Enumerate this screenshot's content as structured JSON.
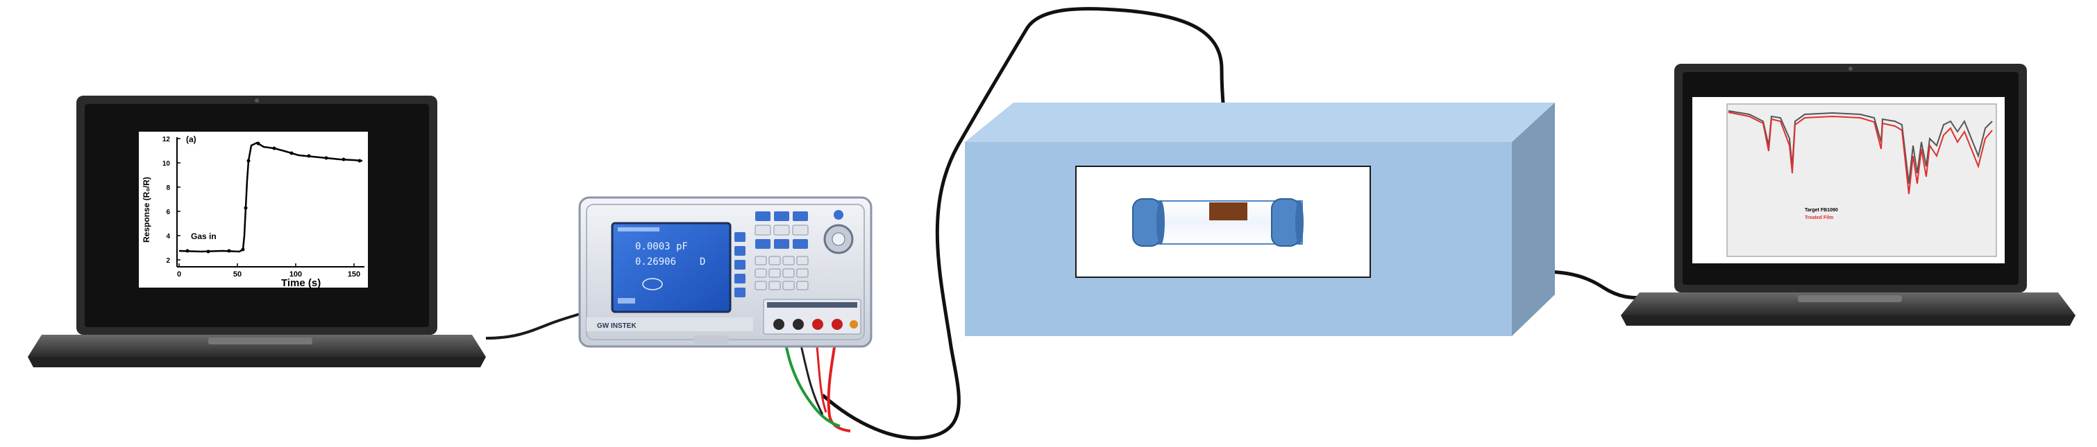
{
  "left_laptop": {
    "screen_chart": {
      "panel_label": "(a)",
      "ylabel": "Response (R₀/R)",
      "xlabel": "Time (s)",
      "annotation": "Gas in",
      "y_ticks": [
        "2",
        "4",
        "6",
        "8",
        "10",
        "12"
      ],
      "x_ticks": [
        "0",
        "50",
        "100",
        "150"
      ]
    }
  },
  "lcr_meter": {
    "reading_capacitance": "0.0003 pF",
    "reading_d": "0.26906",
    "reading_d_unit": "D",
    "brand": "GW INSTEK"
  },
  "right_laptop": {
    "screen_chart": {
      "legend_line_1": "Target FB1090",
      "legend_line_2": "Treated Film"
    }
  },
  "colors": {
    "chamber_front": "#a3c3e4",
    "chamber_top": "#b8d3ee",
    "chamber_side": "#7d9ab7",
    "tube_cap": "#4f86c6",
    "sensor": "#7a3e1b",
    "wire_red": "#e02020",
    "wire_green": "#1f9a3a",
    "cable": "#111111"
  }
}
